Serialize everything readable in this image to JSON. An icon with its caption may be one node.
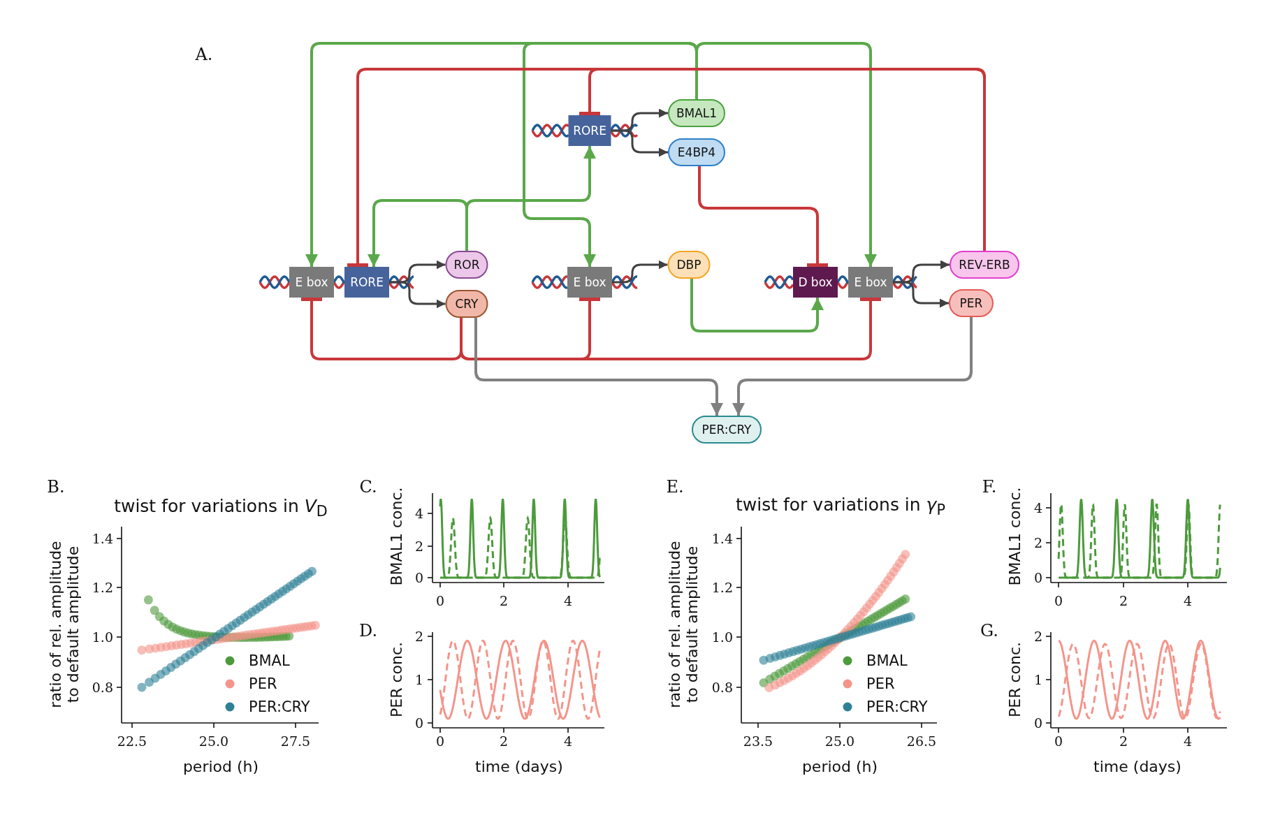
{
  "diagram": {
    "nodes": [
      {
        "text": [
          "RORE"
        ]
      },
      {
        "text": [
          "BMAL1"
        ]
      },
      {
        "text": [
          "E4BP4"
        ]
      },
      {
        "text": [
          "E box"
        ]
      },
      {
        "text": [
          "RORE"
        ]
      },
      {
        "text": [
          "ROR"
        ]
      },
      {
        "text": [
          "CRY"
        ]
      },
      {
        "text": [
          "E box"
        ]
      },
      {
        "text": [
          "DBP"
        ]
      },
      {
        "text": [
          "D box"
        ]
      },
      {
        "text": [
          "E box"
        ]
      },
      {
        "text": [
          "REV-ERB"
        ]
      },
      {
        "text": [
          "PER"
        ]
      },
      {
        "text": [
          "PER:CRY"
        ]
      }
    ],
    "edges": [
      {
        "from": 0,
        "to": 1,
        "arrow": "to"
      },
      {
        "from": 0,
        "to": 2,
        "arrow": "to"
      },
      {
        "from": 4,
        "to": 5,
        "arrow": "to"
      },
      {
        "from": 4,
        "to": 6,
        "arrow": "to"
      },
      {
        "from": 7,
        "to": 8,
        "arrow": "to"
      },
      {
        "from": 10,
        "to": 11,
        "arrow": "to"
      },
      {
        "from": 10,
        "to": 12,
        "arrow": "to"
      },
      {
        "from": 1,
        "to": 3,
        "arrow": "to",
        "color": "#5aa84a"
      },
      {
        "from": 1,
        "to": 7,
        "arrow": "to",
        "color": "#5aa84a"
      },
      {
        "from": 1,
        "to": 10,
        "arrow": "to",
        "color": "#5aa84a"
      },
      {
        "from": 11,
        "to": 0,
        "arrow": "other",
        "color": "#c8373a"
      },
      {
        "from": 11,
        "to": 4,
        "arrow": "other",
        "color": "#c8373a"
      },
      {
        "from": 5,
        "to": 0,
        "arrow": "to",
        "color": "#5aa84a"
      },
      {
        "from": 5,
        "to": 4,
        "arrow": "to",
        "color": "#5aa84a"
      },
      {
        "from": 2,
        "to": 9,
        "arrow": "other",
        "color": "#c8373a"
      },
      {
        "from": 8,
        "to": 9,
        "arrow": "to",
        "color": "#5aa84a"
      },
      {
        "from": 6,
        "to": 3,
        "arrow": "other",
        "color": "#c8373a"
      },
      {
        "from": 6,
        "to": 7,
        "arrow": "other",
        "color": "#c8373a"
      },
      {
        "from": 6,
        "to": 10,
        "arrow": "other",
        "color": "#c8373a"
      },
      {
        "from": 6,
        "to": 13,
        "arrow": "to",
        "color": "#808080"
      },
      {
        "from": 12,
        "to": 13,
        "arrow": "to",
        "color": "#808080"
      }
    ],
    "labels": [
      "A.",
      "B.",
      "twist for variations in *V*$_{D}$",
      "C.",
      "E.",
      "twist for variations in *γ*$_{P}$",
      "F.",
      "ratio of rel. amplitude to default amplitude",
      "1.4",
      "1.2",
      "1.0",
      "0.8",
      "22.5",
      "25.0",
      "27.5",
      "period (h)",
      "BMAL1 conc.",
      "4",
      "2",
      "0",
      "0",
      "2",
      "4",
      "D.",
      "PER conc.",
      "2",
      "1",
      "0",
      "0",
      "2",
      "4",
      "time (days)",
      "ratio of rel. amplitude to default amplitude",
      "1.4",
      "1.2",
      "1.0",
      "0.8",
      "23.5",
      "25.0",
      "26.5",
      "period (h)",
      "BMAL1 conc.",
      "4",
      "2",
      "0",
      "0",
      "2",
      "4",
      "G.",
      "PER conc.",
      "2",
      "1",
      "0",
      "0",
      "2",
      "4",
      "time (days)"
    ],
    "legend": [
      {
        "text": "BMAL",
        "color": "#4c9a3c"
      },
      {
        "text": "PER",
        "color": "#f4948a"
      },
      {
        "text": "PER:CRY",
        "color": "#2e8096"
      },
      {
        "text": "BMAL",
        "color": "#4c9a3c"
      },
      {
        "text": "PER",
        "color": "#f4948a"
      },
      {
        "text": "PER:CRY",
        "color": "#2e8096"
      }
    ]
  }
}
